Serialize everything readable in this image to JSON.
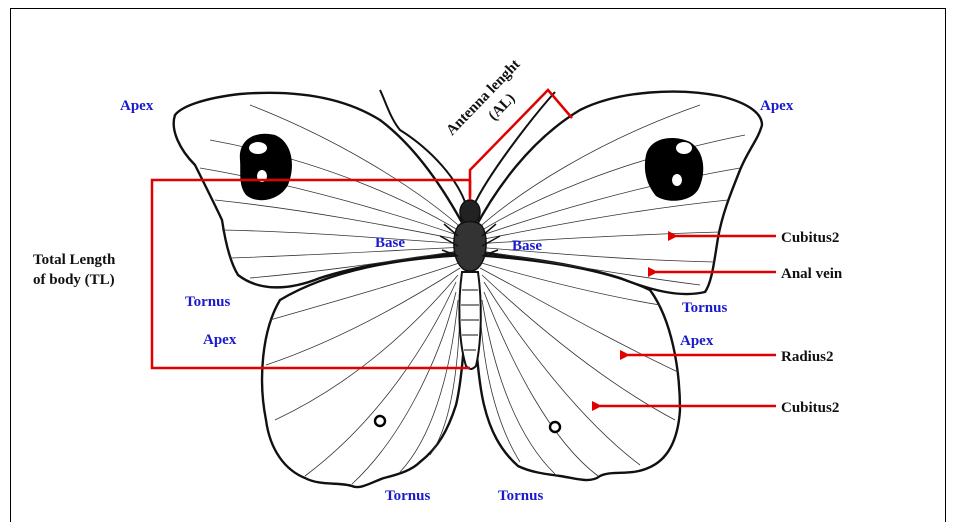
{
  "labels": {
    "apex_fore_left": "Apex",
    "apex_fore_right": "Apex",
    "apex_hind_left": "Apex",
    "apex_hind_right": "Apex",
    "base_left": "Base",
    "base_right": "Base",
    "tornus_fore_left": "Tornus",
    "tornus_fore_right": "Tornus",
    "tornus_hind_left": "Tornus",
    "tornus_hind_right": "Tornus",
    "total_length_line1": "Total Length",
    "total_length_line2": "of body (TL)",
    "antenna_line1": "Antenna lenght",
    "antenna_line2": "(AL)",
    "cubitus2_upper": "Cubitus2",
    "anal_vein": "Anal vein",
    "radius2": "Radius2",
    "cubitus2_lower": "Cubitus2"
  },
  "colors": {
    "label_blue": "#1a1acc",
    "measure_red": "#e00000",
    "outline": "#111111"
  }
}
